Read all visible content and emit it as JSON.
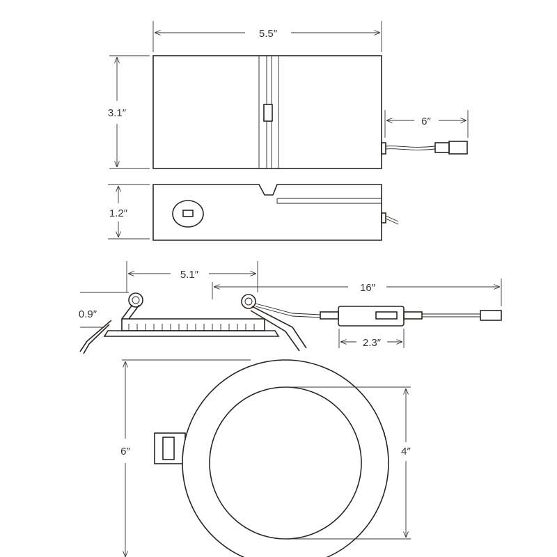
{
  "diagram": {
    "top_view": {
      "width_label": "5.5″",
      "height_label": "3.1″",
      "cable_label": "6″"
    },
    "side_view": {
      "height_label": "1.2″"
    },
    "profile_view": {
      "panel_width_label": "5.1″",
      "cable_length_label": "16″",
      "depth_label": "0.9″",
      "driver_label": "2.3″"
    },
    "front_view": {
      "outer_diameter_label": "6″",
      "inner_diameter_label": "4″"
    },
    "colors": {
      "line": "#2a2420",
      "background": "#ffffff"
    }
  }
}
